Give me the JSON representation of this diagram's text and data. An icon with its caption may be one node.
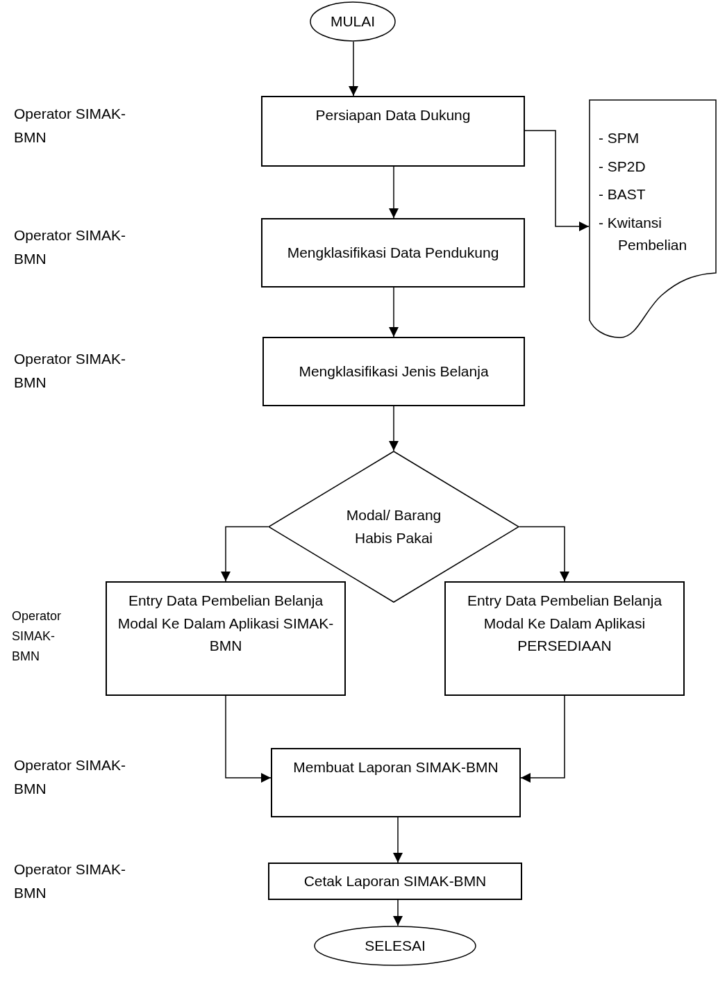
{
  "diagram": {
    "nodes": [
      {
        "text": [
          "MULAI"
        ]
      },
      {
        "text": [
          "Persiapan Data Dukung"
        ]
      },
      {
        "text": [
          "Mengklasifikasi Data Pendukung"
        ]
      },
      {
        "text": [
          "Mengklasifikasi Jenis Belanja"
        ]
      },
      {
        "text": [
          "Modal/ Barang Habis Pakai"
        ]
      },
      {
        "text": [
          "Entry Data Pembelian Belanja Modal Ke Dalam Aplikasi SIMAK-BMN"
        ]
      },
      {
        "text": [
          "Entry Data Pembelian Belanja Modal Ke Dalam Aplikasi PERSEDIAAN"
        ]
      },
      {
        "text": [
          "Membuat Laporan SIMAK-BMN"
        ]
      },
      {
        "text": [
          "Cetak Laporan SIMAK-BMN"
        ]
      },
      {
        "text": [
          "SELESAI"
        ]
      },
      {
        "text": [
          "- SPM",
          "- SP2D",
          "- BAST",
          "- Kwitansi Pembelian"
        ]
      }
    ],
    "edges": [
      {
        "from": 0,
        "to": 1,
        "arrow": "to"
      },
      {
        "from": 1,
        "to": 2,
        "arrow": "to"
      },
      {
        "from": 2,
        "to": 3,
        "arrow": "to"
      },
      {
        "from": 3,
        "to": 4,
        "arrow": "to"
      },
      {
        "from": 4,
        "to": 5,
        "arrow": "to"
      },
      {
        "from": 4,
        "to": 6,
        "arrow": "to"
      },
      {
        "from": 5,
        "to": 7,
        "arrow": "to"
      },
      {
        "from": 6,
        "to": 7,
        "arrow": "to"
      },
      {
        "from": 7,
        "to": 8,
        "arrow": "to"
      },
      {
        "from": 8,
        "to": 9,
        "arrow": "to"
      },
      {
        "from": 1,
        "to": 10,
        "arrow": "to"
      }
    ],
    "labels": [
      "Operator SIMAK-BMN",
      "Operator SIMAK-BMN",
      "Operator SIMAK-BMN",
      "Operator SIMAK-BMN",
      "Operator SIMAK-BMN",
      "Operator SIMAK-BMN"
    ]
  }
}
